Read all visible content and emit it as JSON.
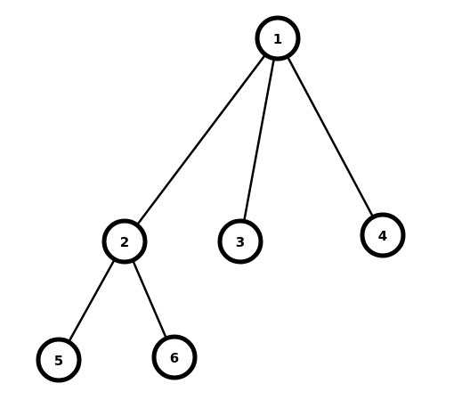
{
  "diagram": {
    "nodes": [
      {
        "id": "1",
        "label": "1"
      },
      {
        "id": "2",
        "label": "2"
      },
      {
        "id": "3",
        "label": "3"
      },
      {
        "id": "4",
        "label": "4"
      },
      {
        "id": "5",
        "label": "5"
      },
      {
        "id": "6",
        "label": "6"
      }
    ],
    "edges": [
      {
        "from": "1",
        "to": "2"
      },
      {
        "from": "1",
        "to": "3"
      },
      {
        "from": "1",
        "to": "4"
      },
      {
        "from": "2",
        "to": "5"
      },
      {
        "from": "2",
        "to": "6"
      }
    ]
  }
}
